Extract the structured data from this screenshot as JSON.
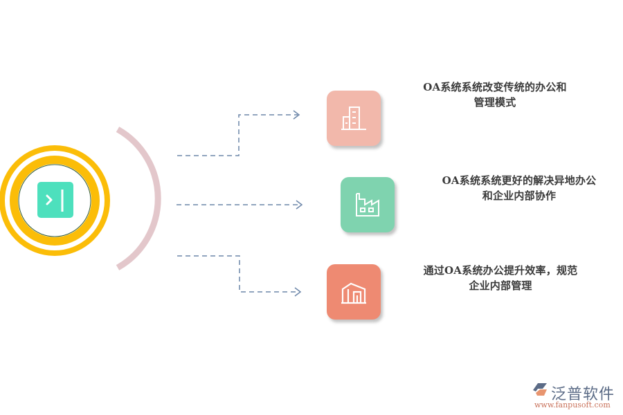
{
  "diagram": {
    "center_icon": "terminal-panel-icon",
    "items": [
      {
        "icon": "office-building-icon",
        "color": "#f2b8ab",
        "text_line1": "OA系统系统改变传统的办公和",
        "text_line2": "管理模式"
      },
      {
        "icon": "factory-icon",
        "color": "#7fd3af",
        "text_line1": "OA系统系统更好的解决异地办公",
        "text_line2": "和企业内部协作"
      },
      {
        "icon": "warehouse-icon",
        "color": "#ee8a72",
        "text_line1": "通过OA系统办公提升效率，规范",
        "text_line2": "企业内部管理"
      }
    ],
    "colors": {
      "ring": "#fbbd08",
      "center_square": "#4de0bd",
      "arc": "#e3c7cb",
      "connector": "#6b85a8"
    }
  },
  "logo": {
    "name": "泛普软件",
    "url": "www.fanpusoft.com"
  }
}
